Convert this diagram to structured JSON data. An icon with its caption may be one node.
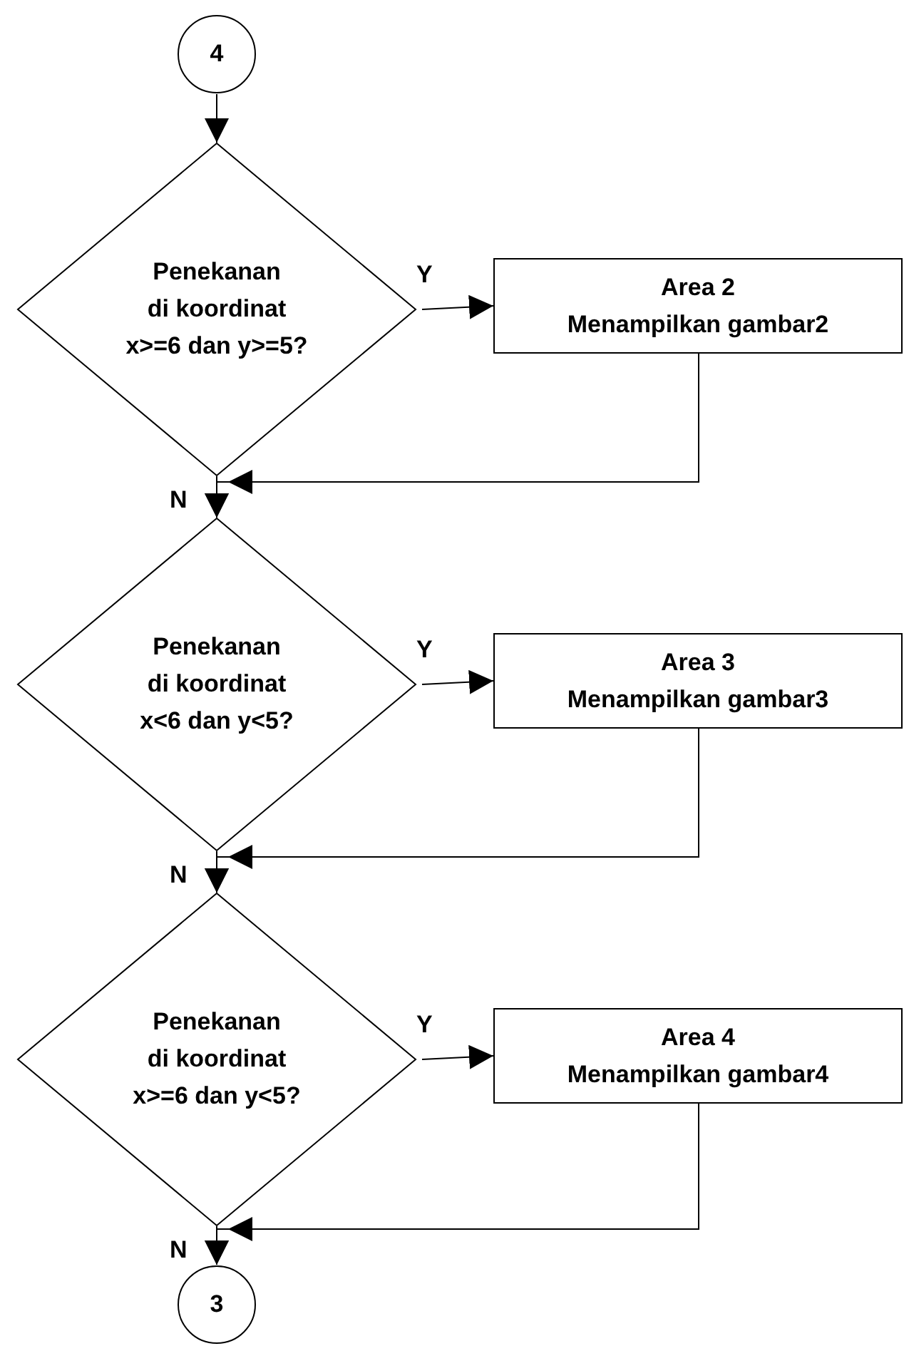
{
  "diagram": {
    "nodes": [
      {
        "text": [
          "4"
        ]
      },
      {
        "text": [
          "Penekanan di koordinat x>=6 dan y>=5?"
        ]
      },
      {
        "text": [
          "Area 2 Menampilkan gambar2"
        ]
      },
      {
        "text": [
          "Penekanan di koordinat x<6 dan y<5?"
        ]
      },
      {
        "text": [
          "Area 3 Menampilkan gambar3"
        ]
      },
      {
        "text": [
          "Penekanan di koordinat x>=6 dan y<5?"
        ]
      },
      {
        "text": [
          "Area 4 Menampilkan gambar4"
        ]
      },
      {
        "text": [
          "3"
        ]
      }
    ],
    "edges": [
      {
        "from": 0,
        "to": 1,
        "arrow": "to"
      },
      {
        "from": 1,
        "to": 2,
        "arrow": "to",
        "label": "Y"
      },
      {
        "from": 1,
        "to": 3,
        "arrow": "to",
        "label": "N"
      },
      {
        "from": 2,
        "to": 3,
        "arrow": "to"
      },
      {
        "from": 3,
        "to": 4,
        "arrow": "to",
        "label": "Y"
      },
      {
        "from": 3,
        "to": 5,
        "arrow": "to",
        "label": "N"
      },
      {
        "from": 4,
        "to": 5,
        "arrow": "to"
      },
      {
        "from": 5,
        "to": 6,
        "arrow": "to",
        "label": "Y"
      },
      {
        "from": 5,
        "to": 7,
        "arrow": "to",
        "label": "N"
      },
      {
        "from": 6,
        "to": 7,
        "arrow": "to"
      }
    ]
  }
}
